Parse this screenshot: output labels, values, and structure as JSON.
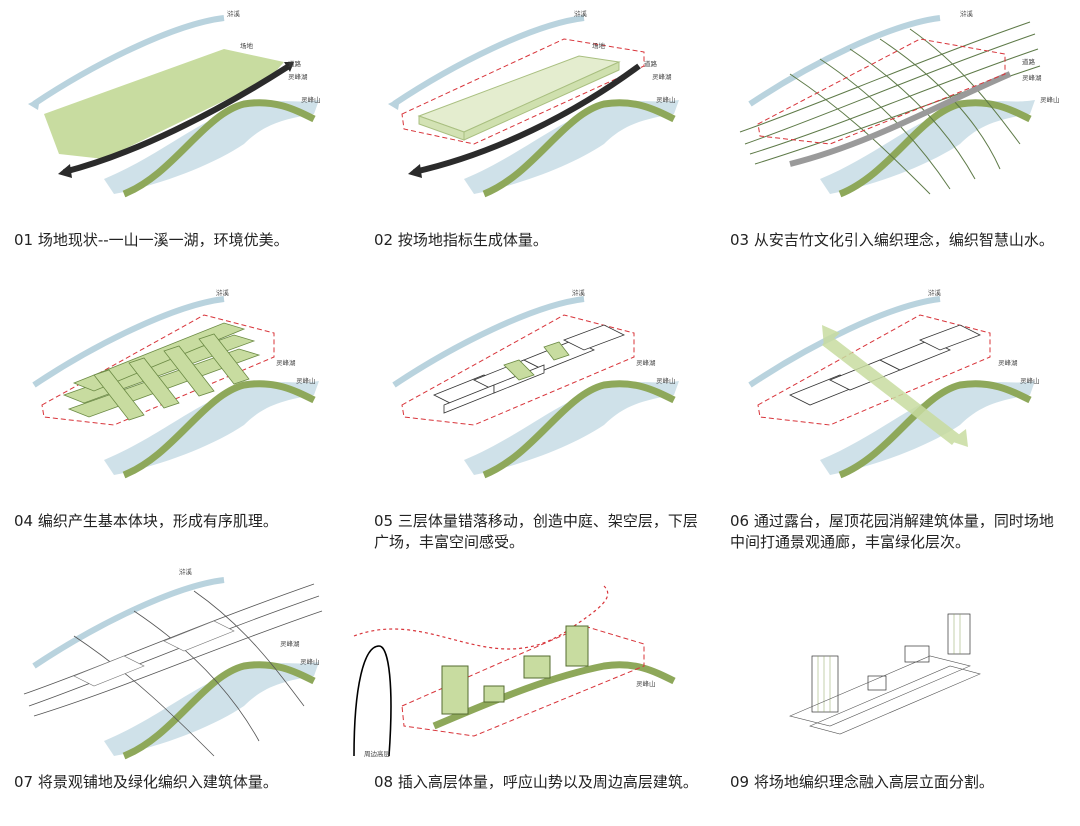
{
  "panels": [
    {
      "caption": "01 场地现状--一山一溪一湖，环境优美。",
      "labels": {
        "creek": "浒溪",
        "site": "场地",
        "road": "道路",
        "lake": "灵峰湖",
        "mountain": "灵峰山"
      }
    },
    {
      "caption": "02 按场地指标生成体量。",
      "labels": {
        "creek": "浒溪",
        "site": "场地",
        "road": "道路",
        "lake": "灵峰湖",
        "mountain": "灵峰山"
      }
    },
    {
      "caption": "03 从安吉竹文化引入编织理念，编织智慧山水。",
      "labels": {
        "creek": "浒溪",
        "road": "道路",
        "lake": "灵峰湖",
        "mountain": "灵峰山"
      }
    },
    {
      "caption": "04 编织产生基本体块，形成有序肌理。",
      "labels": {
        "creek": "浒溪",
        "lake": "灵峰湖",
        "mountain": "灵峰山"
      }
    },
    {
      "caption": "05 三层体量错落移动，创造中庭、架空层，下层广场，丰富空间感受。",
      "labels": {
        "creek": "浒溪",
        "lake": "灵峰湖",
        "mountain": "灵峰山"
      }
    },
    {
      "caption": "06 通过露台，屋顶花园消解建筑体量，同时场地中间打通景观通廊，丰富绿化层次。",
      "labels": {
        "creek": "浒溪",
        "lake": "灵峰湖",
        "mountain": "灵峰山"
      }
    },
    {
      "caption": "07 将景观铺地及绿化编织入建筑体量。",
      "labels": {
        "creek": "浒溪",
        "lake": "灵峰湖",
        "mountain": "灵峰山"
      }
    },
    {
      "caption": "08 插入高层体量，呼应山势以及周边高层建筑。",
      "labels": {
        "lake": "灵峰山",
        "surround": "周边高层"
      }
    },
    {
      "caption": "09 将场地编织理念融入高层立面分割。",
      "labels": {}
    }
  ],
  "colors": {
    "green": "#c9dca0",
    "green_dark": "#8aa45a",
    "water": "#bcd6e0",
    "road": "#2b2b2b",
    "red": "#d8343a"
  }
}
